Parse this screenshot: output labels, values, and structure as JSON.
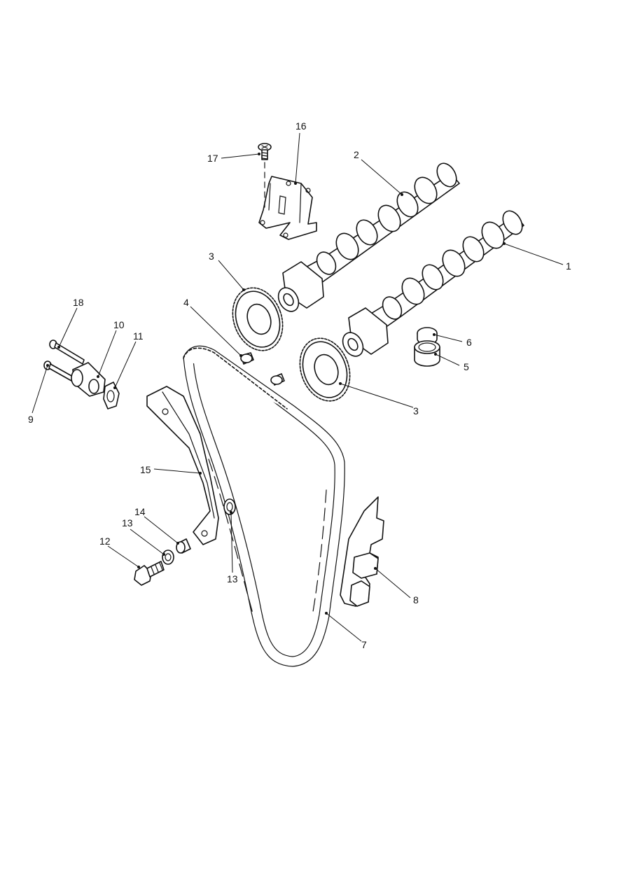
{
  "callouts": [
    {
      "key": "c1",
      "text": "1"
    },
    {
      "key": "c2",
      "text": "2"
    },
    {
      "key": "c3a",
      "text": "3"
    },
    {
      "key": "c3b",
      "text": "3"
    },
    {
      "key": "c4",
      "text": "4"
    },
    {
      "key": "c5",
      "text": "5"
    },
    {
      "key": "c6",
      "text": "6"
    },
    {
      "key": "c7",
      "text": "7"
    },
    {
      "key": "c8",
      "text": "8"
    },
    {
      "key": "c9",
      "text": "9"
    },
    {
      "key": "c10",
      "text": "10"
    },
    {
      "key": "c11",
      "text": "11"
    },
    {
      "key": "c12",
      "text": "12"
    },
    {
      "key": "c13a",
      "text": "13"
    },
    {
      "key": "c13b",
      "text": "13"
    },
    {
      "key": "c14",
      "text": "14"
    },
    {
      "key": "c15",
      "text": "15"
    },
    {
      "key": "c16",
      "text": "16"
    },
    {
      "key": "c17",
      "text": "17"
    },
    {
      "key": "c18",
      "text": "18"
    }
  ]
}
